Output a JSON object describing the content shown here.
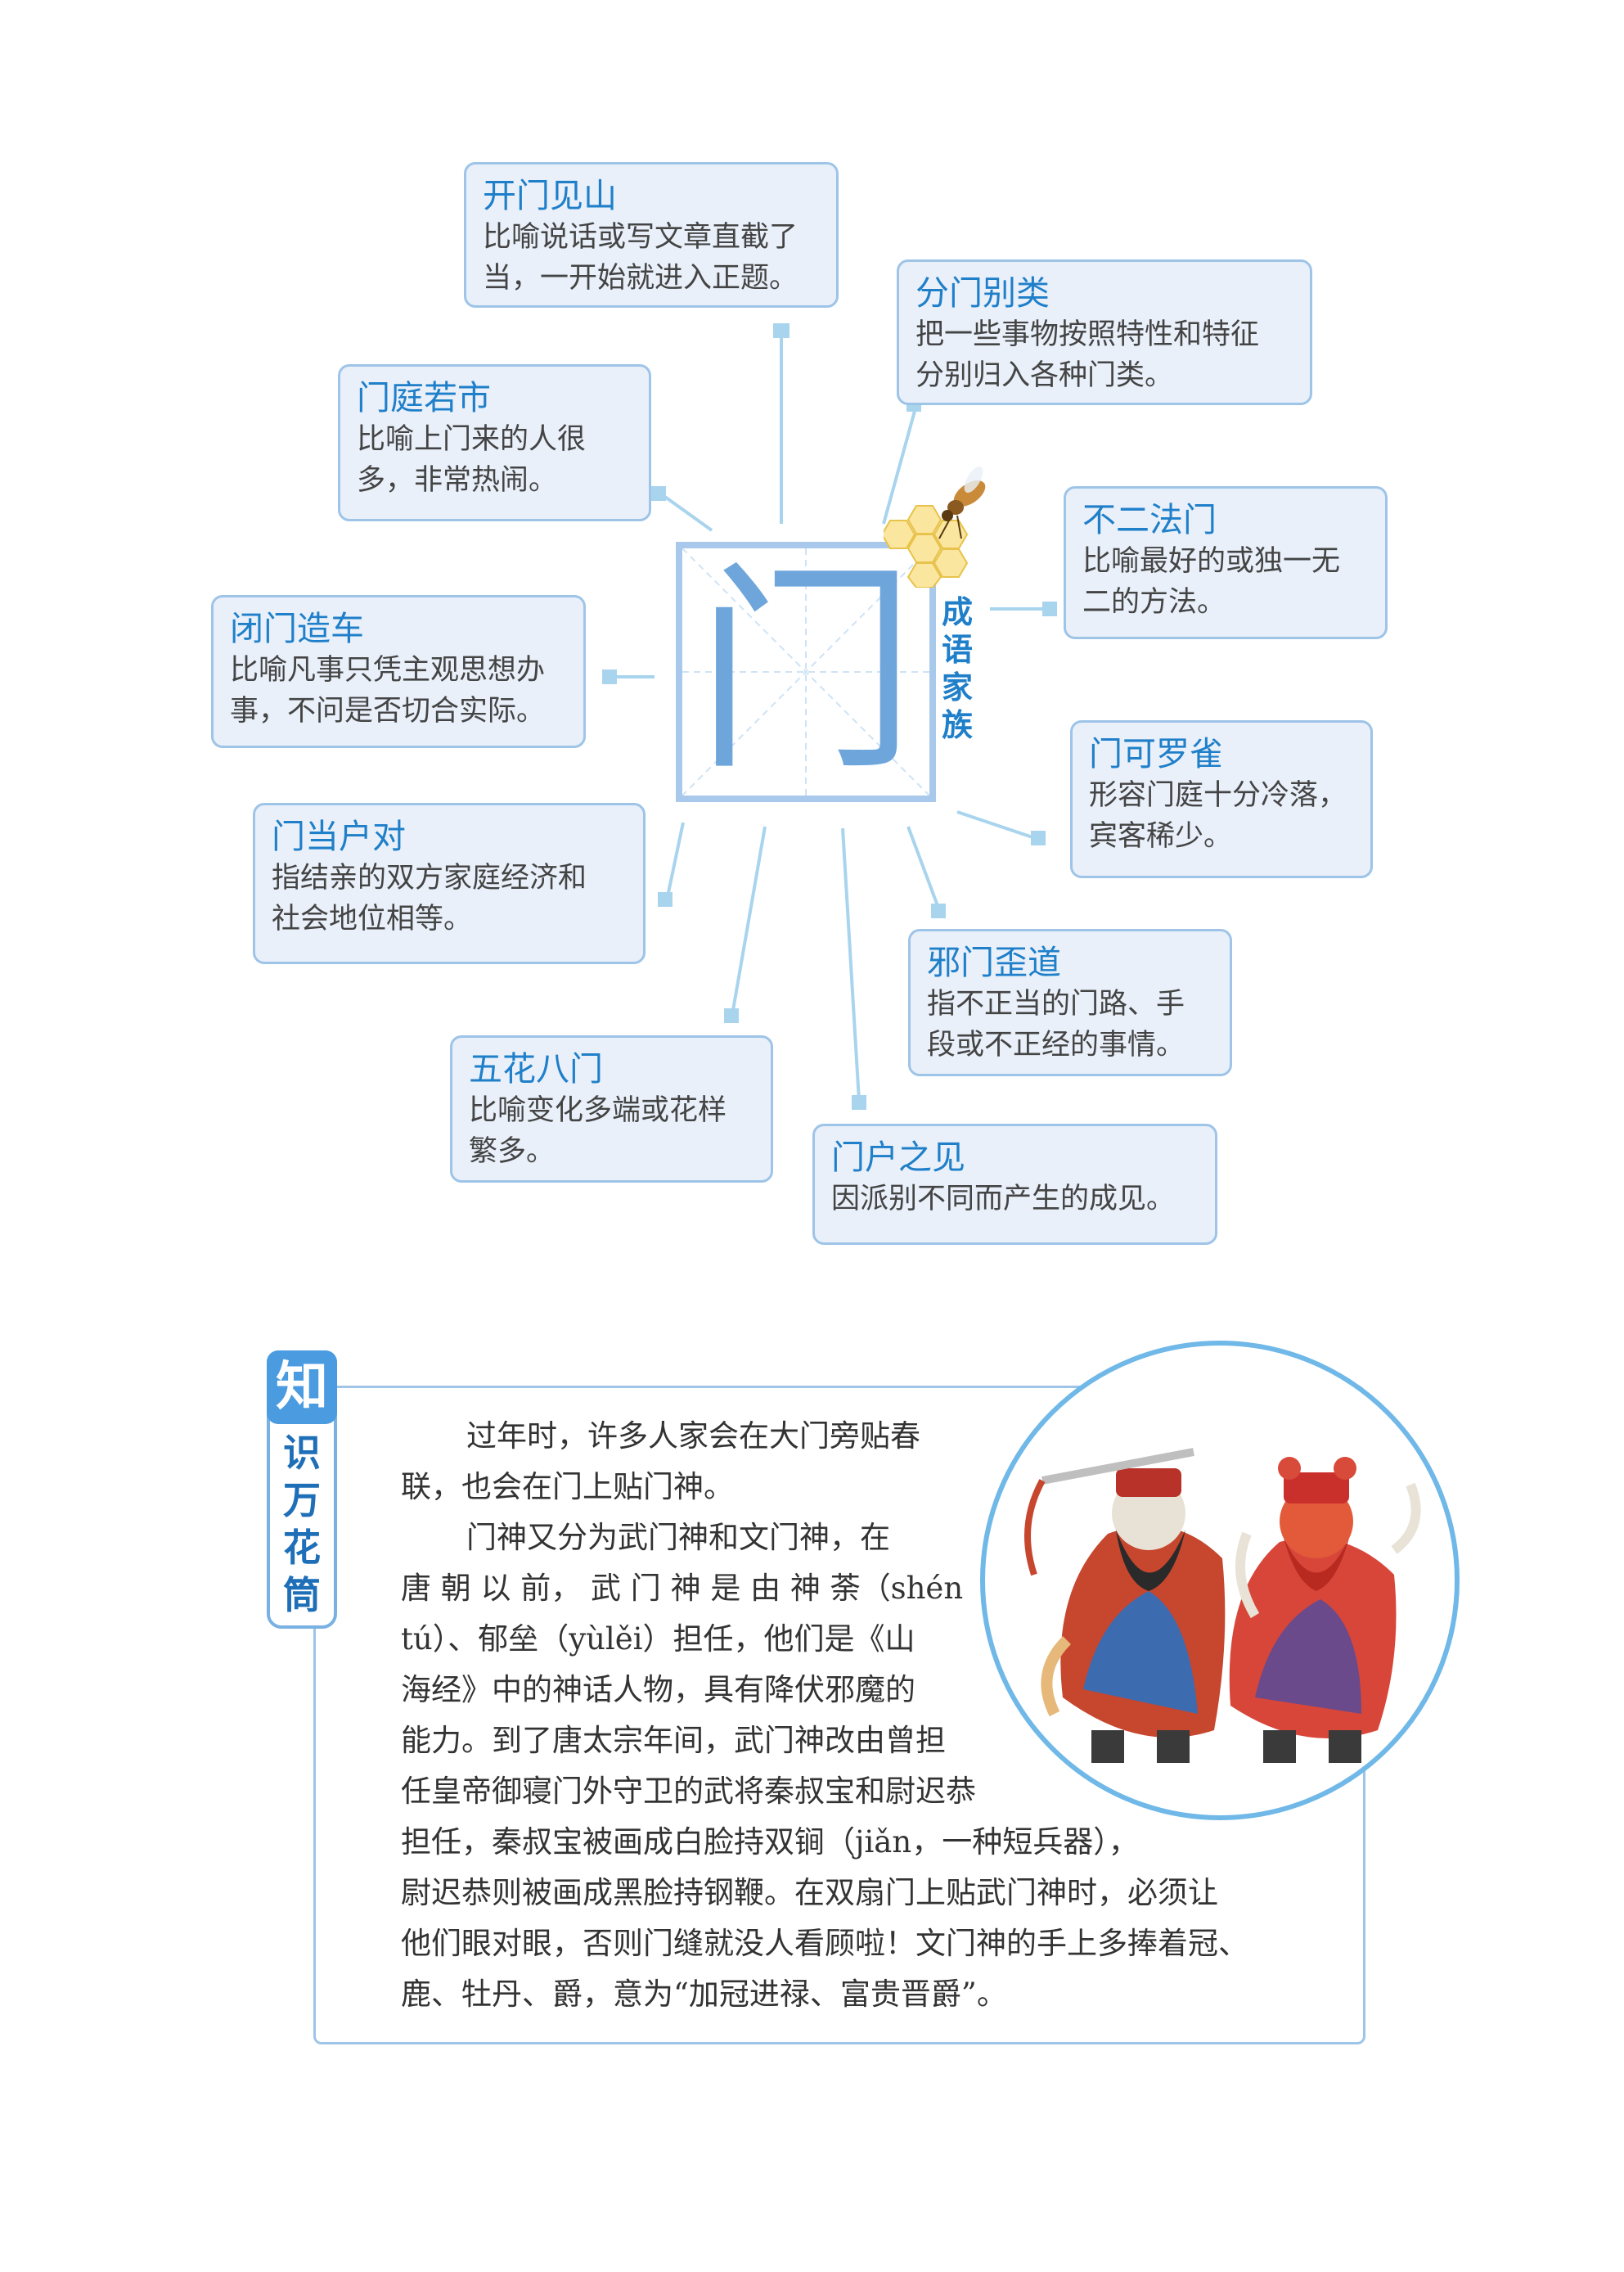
{
  "center": {
    "character": "门",
    "family_label": "成语家族"
  },
  "idioms": [
    {
      "title": "开门见山",
      "desc_lines": [
        "比喻说话或写文章直截了",
        "当，一开始就进入正题。"
      ]
    },
    {
      "title": "分门别类",
      "desc_lines": [
        "把一些事物按照特性和特征",
        "分别归入各种门类。"
      ]
    },
    {
      "title": "门庭若市",
      "desc_lines": [
        "比喻上门来的人很",
        "多，非常热闹。"
      ]
    },
    {
      "title": "不二法门",
      "desc_lines": [
        "比喻最好的或独一无",
        "二的方法。"
      ]
    },
    {
      "title": "闭门造车",
      "desc_lines": [
        "比喻凡事只凭主观思想办",
        "事，不问是否切合实际。"
      ]
    },
    {
      "title": "门可罗雀",
      "desc_lines": [
        "形容门庭十分冷落，",
        "宾客稀少。"
      ]
    },
    {
      "title": "门当户对",
      "desc_lines": [
        "指结亲的双方家庭经济和",
        "社会地位相等。"
      ]
    },
    {
      "title": "邪门歪道",
      "desc_lines": [
        "指不正当的门路、手",
        "段或不正经的事情。"
      ]
    },
    {
      "title": "五花八门",
      "desc_lines": [
        "比喻变化多端或花样",
        "繁多。"
      ]
    },
    {
      "title": "门户之见",
      "desc_lines": [
        "因派别不同而产生的成见。"
      ]
    }
  ],
  "knowledge": {
    "badge_first": "知",
    "badge_rest": [
      "识",
      "万",
      "花",
      "筒"
    ],
    "lines": [
      "过年时，许多人家会在大门旁贴春",
      "联，也会在门上贴门神。",
      "门神又分为武门神和文门神，在",
      "唐 朝 以 前， 武 门 神 是 由 神 荼（shén",
      "tú）、郁垒（yùlěi）担任，他们是《山",
      "海经》中的神话人物，具有降伏邪魔的",
      "能力。到了唐太宗年间，武门神改由曾担",
      "任皇帝御寝门外守卫的武将秦叔宝和尉迟恭",
      "担任，秦叔宝被画成白脸持双锏（jiǎn，一种短兵器），",
      "尉迟恭则被画成黑脸持钢鞭。在双扇门上贴武门神时，必须让",
      "他们眼对眼，否则门缝就没人看顾啦！文门神的手上多捧着冠、",
      "鹿、牡丹、爵，意为“加冠进禄、富贵晋爵”。"
    ]
  },
  "colors": {
    "accent": "#1f7fc9",
    "card_bg": "#e9f0fa",
    "card_border": "#9ec4e8",
    "char": "#6ea6dc"
  },
  "icons": [
    "bee-icon",
    "honeycomb-icon",
    "door-gods-illustration"
  ]
}
